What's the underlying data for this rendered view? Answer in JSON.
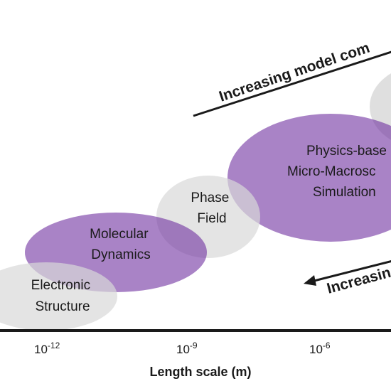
{
  "regions": [
    {
      "id": "electronic-structure",
      "lines": [
        "Electronic",
        "Structure"
      ],
      "fill": "#d9d9d9"
    },
    {
      "id": "molecular-dynamics",
      "lines": [
        "Molecular",
        "Dynamics"
      ],
      "fill": "#7030a0"
    },
    {
      "id": "phase-field",
      "lines": [
        "Phase",
        "Field"
      ],
      "fill": "#d9d9d9"
    },
    {
      "id": "physics-based",
      "lines": [
        "Physics-base",
        "Micro-Macrosc",
        "Simulation"
      ],
      "fill": "#7030a0"
    }
  ],
  "axis": {
    "title": "Length scale (m)",
    "ticks": [
      {
        "base": "10",
        "exp": "-12"
      },
      {
        "base": "10",
        "exp": "-9"
      },
      {
        "base": "10",
        "exp": "-6"
      }
    ]
  },
  "arrows": {
    "top_label": "Increasing model com",
    "bottom_label": "Increasin"
  },
  "colors": {
    "purple": "#7030a0",
    "gray": "#d9d9d9",
    "axis": "#1a1a1a"
  }
}
